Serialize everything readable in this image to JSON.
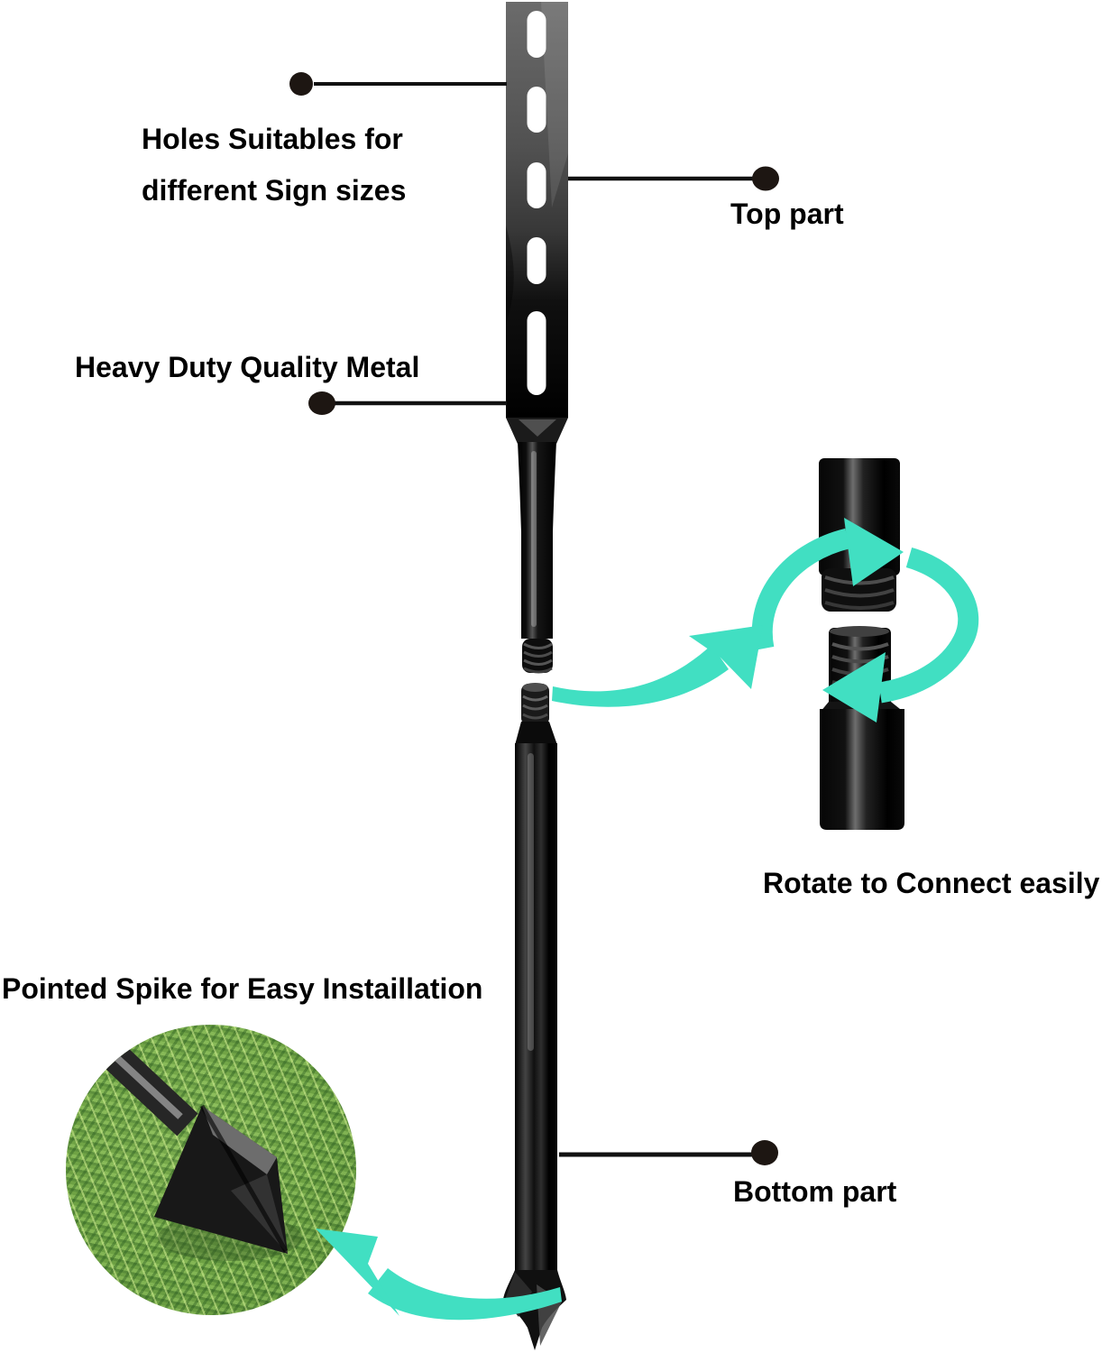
{
  "colors": {
    "background": "#ffffff",
    "text": "#000000",
    "accent_teal": "#41DFC2",
    "metal_black": "#0d0d0d",
    "callout_dot": "#1d1612",
    "grass_green": "#77AC4E"
  },
  "callouts": {
    "holes": {
      "line1": "Holes Suitables for",
      "line2": "different Sign sizes"
    },
    "top_part": {
      "label": "Top part"
    },
    "heavy_duty": {
      "label": "Heavy Duty Quality Metal"
    },
    "rotate": {
      "label": "Rotate to Connect easily"
    },
    "pointed_spike": {
      "label": "Pointed Spike for Easy Instaillation"
    },
    "bottom_part": {
      "label": "Bottom part"
    }
  }
}
